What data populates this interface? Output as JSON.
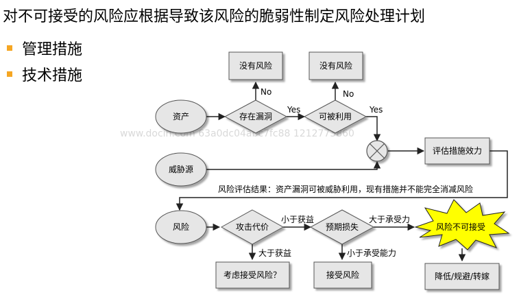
{
  "heading": "对不可接受的风险应根据导致该风险的脆弱性制定风险处理计划",
  "bullets": [
    "管理措施",
    "技术措施"
  ],
  "watermark": "www.docin.com 63a0dc04abc7fc88 1212773860",
  "flow": {
    "asset": "资产",
    "has_vuln": "存在漏洞",
    "exploitable": "可被利用",
    "no_risk_1": "没有风险",
    "no_risk_2": "没有风险",
    "no_1": "No",
    "no_2": "No",
    "yes_1": "Yes",
    "yes_2": "Yes",
    "threat": "威胁源",
    "evaluate": "评估措施效力",
    "result": "风险评估结果：资产漏洞可被威胁利用，现有措施并不能完全消减风险",
    "risk": "风险",
    "attack_cost": "攻击代价",
    "less_than_gain": "小于获益",
    "expected_loss": "预期损失",
    "greater_than_tolerance": "大于承受力",
    "unacceptable": "风险不可接受",
    "greater_than_gain": "大于获益",
    "less_than_tolerance": "小于承受能力",
    "consider_accept": "考虑接受风险？",
    "accept": "接受风险",
    "treat": "降低/规避/转嫁"
  },
  "colors": {
    "bullet": "#f5a623",
    "node_fill": "#e6e6e6",
    "burst_fill": "#ffff00"
  }
}
